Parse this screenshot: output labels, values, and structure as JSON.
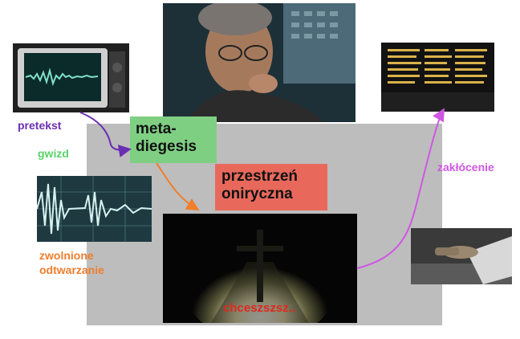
{
  "boxes": {
    "meta_diegesis": {
      "lines": [
        "meta-",
        "diegesis"
      ],
      "color": "#7fcf83"
    },
    "przestrzen_oniryczna": {
      "lines": [
        "przestrzeń",
        "oniryczna"
      ],
      "color": "#e8695c"
    }
  },
  "labels": {
    "pretekst": {
      "text": "pretekst",
      "color": "#6a2fb3"
    },
    "gwizd": {
      "text": "gwizd",
      "color": "#5bd16a"
    },
    "zwolnione": {
      "lines": [
        "zwolnione",
        "odtwarzanie"
      ],
      "color": "#f07d2c"
    },
    "zaklocenie": {
      "text": "zakłócenie",
      "color": "#cf57e3"
    },
    "subtitle": {
      "text": "chceszszsz..",
      "color": "#e0281f"
    }
  },
  "panel_color": "#bdbdbd",
  "images": [
    "audio-monitor-waveform",
    "man-thinking-portrait",
    "departure-board",
    "waveform-closeup",
    "tunnel-cross-light",
    "hand-on-desk"
  ]
}
